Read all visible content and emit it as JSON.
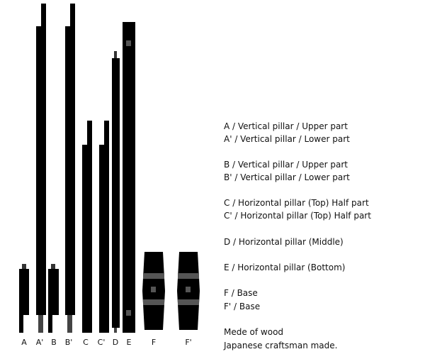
{
  "colors": {
    "part_fill": "#000000",
    "foot_fill": "#444444",
    "band_fill": "#555555",
    "background": "#ffffff"
  },
  "part_labels": [
    "A",
    "A'",
    "B",
    "B'",
    "C",
    "C'",
    "D",
    "E",
    "F",
    "F'"
  ],
  "legend": {
    "A": "A / Vertical pillar / Upper part",
    "A_prime": "A' / Vertical pillar / Lower part",
    "B": "B / Vertical pillar / Upper part",
    "B_prime": "B' / Vertical pillar / Lower part",
    "C": "C / Horizontal pillar (Top) Half part",
    "C_prime": "C' / Horizontal pillar (Top) Half part",
    "D": "D / Horizontal pillar (Middle)",
    "E": "E / Horizontal pillar (Bottom)",
    "F": "F / Base",
    "F_prime": "F' / Base",
    "note_1": "Mede of wood",
    "note_2": "Japanese craftsman made."
  }
}
